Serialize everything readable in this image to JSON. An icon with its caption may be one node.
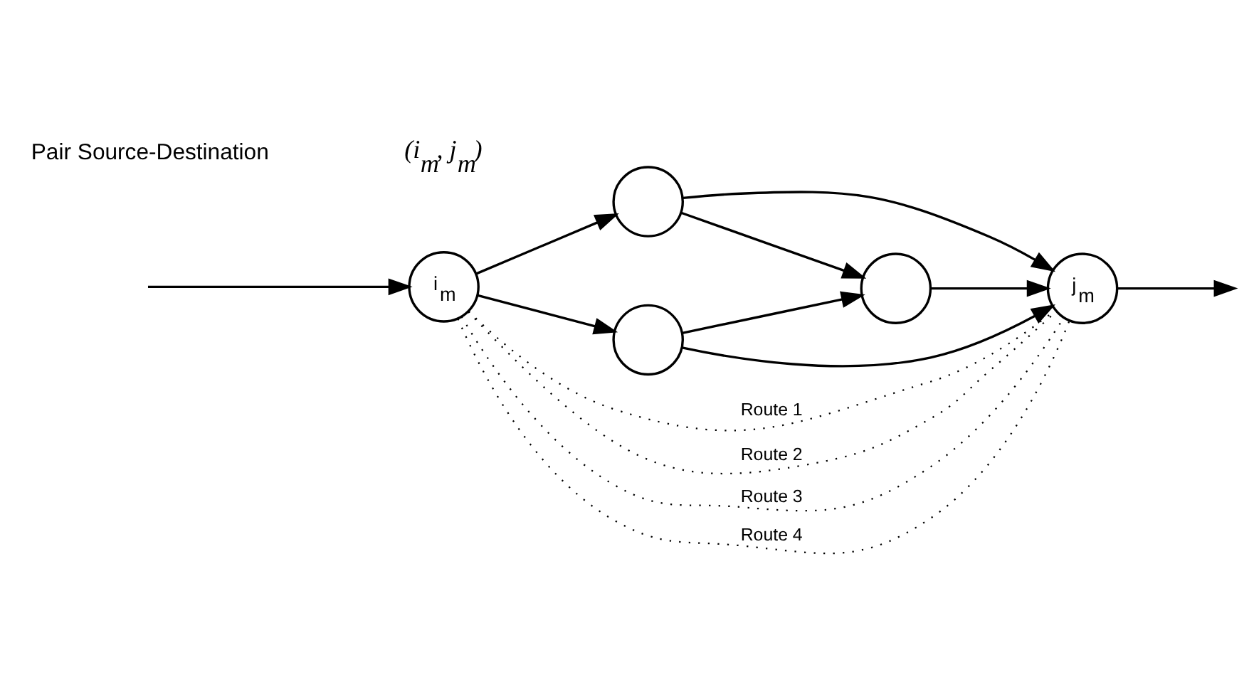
{
  "diagram": {
    "nodes": [
      {
        "text": [
          "i$_{m}$"
        ]
      },
      {
        "text": [],
        "shape": "circle"
      },
      {
        "text": [],
        "shape": "circle"
      },
      {
        "text": [],
        "shape": "circle"
      },
      {
        "text": [
          "j$_{m}$"
        ]
      }
    ],
    "edges": [
      {
        "from": null,
        "to": 0,
        "arrow": "to"
      },
      {
        "from": 0,
        "to": 1,
        "arrow": "to"
      },
      {
        "from": 0,
        "to": 3,
        "arrow": "to"
      },
      {
        "from": 1,
        "to": 2,
        "arrow": "to"
      },
      {
        "from": 3,
        "to": 2,
        "arrow": "to"
      },
      {
        "from": 1,
        "to": 4,
        "arrow": "to"
      },
      {
        "from": 2,
        "to": 4,
        "arrow": "to"
      },
      {
        "from": 3,
        "to": 4,
        "arrow": "to"
      },
      {
        "from": 4,
        "to": null,
        "arrow": "to"
      },
      {
        "from": 0,
        "to": 4,
        "arrow": "none",
        "style": "dashed",
        "label": "Route 1"
      },
      {
        "from": 0,
        "to": 4,
        "arrow": "none",
        "style": "dashed",
        "label": "Route 2"
      },
      {
        "from": 0,
        "to": 4,
        "arrow": "none",
        "style": "dashed",
        "label": "Route 3"
      },
      {
        "from": 0,
        "to": 4,
        "arrow": "none",
        "style": "dashed",
        "label": "Route 4"
      }
    ],
    "labels": [
      "Pair Source-Destination",
      "(i$_{m}$, j$_{m}$)"
    ]
  }
}
